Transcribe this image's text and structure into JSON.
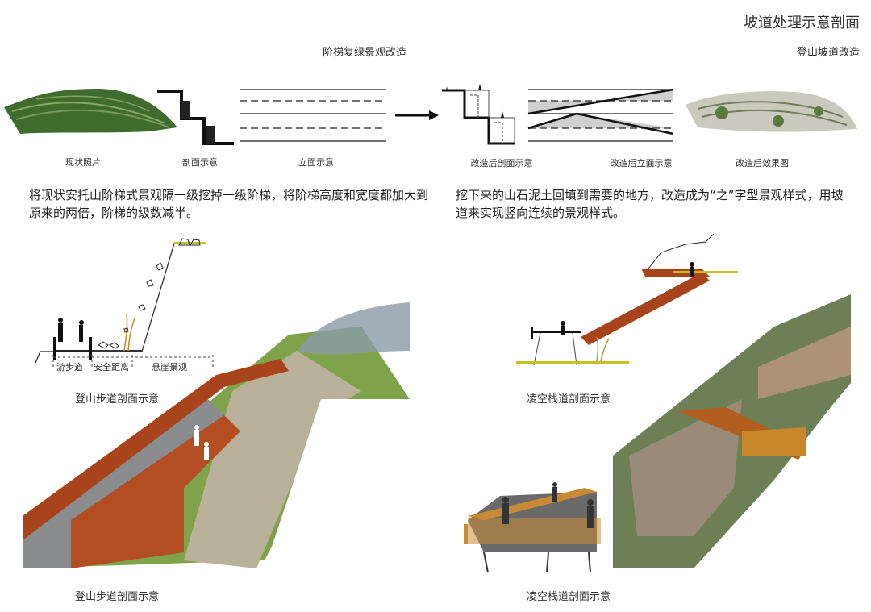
{
  "header": {
    "title": "坡道处理示意剖面",
    "left_section_title": "阶梯复绿景观改造",
    "right_section_title": "登山坡道改造"
  },
  "top_row": {
    "captions": [
      "现状照片",
      "剖面示意",
      "立面示意",
      "改造后剖面示意",
      "改造后立面示意",
      "改造后效果图"
    ]
  },
  "descriptions": {
    "left": "将现状安托山阶梯式景观隔一级挖掉一级阶梯，将阶梯高度和宽度都加大到原来的两倍，阶梯的级数减半。",
    "right": "挖下来的山石泥土回填到需要的地方，改造成为“之”字型景观样式，用坡道来实现竖向连续的景观样式。"
  },
  "trail_section": {
    "zones": [
      "游步道",
      "安全距离",
      "悬崖景观"
    ],
    "caption": "登山步道剖面示意"
  },
  "trail_render": {
    "caption": "登山步道剖面示意"
  },
  "skywalk_section": {
    "caption": "凌空栈道剖面示意"
  },
  "skywalk_render": {
    "caption": "凌空栈道剖面示意"
  },
  "colors": {
    "rust": "#a8441c",
    "grass": "#c8c020",
    "fill_gray": "#cfcfcf"
  }
}
